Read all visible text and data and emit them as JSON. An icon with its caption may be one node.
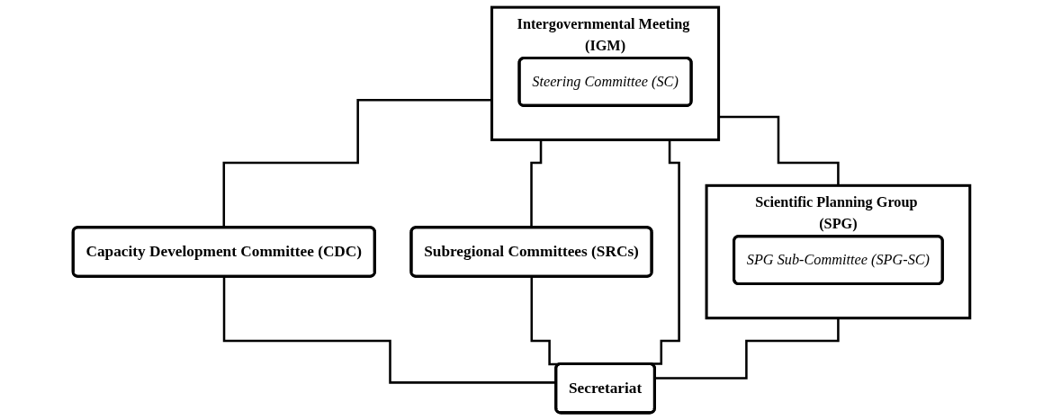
{
  "diagram": {
    "nodes": [
      {
        "text": [
          "Intergovernmental Meeting (IGM)"
        ]
      },
      {
        "text": [
          "Steering Committee (SC)"
        ],
        "in": 0
      },
      {
        "text": [
          "Scientific Planning Group (SPG)"
        ]
      },
      {
        "text": [
          "SPG Sub-Committee (SPG-SC)"
        ],
        "in": 2
      },
      {
        "text": [
          "Capacity Development Committee (CDC)"
        ]
      },
      {
        "text": [
          "Subregional Committees (SRCs)"
        ]
      },
      {
        "text": [
          "Secretariat"
        ]
      }
    ],
    "edges": [
      {
        "from": 0,
        "to": 2,
        "arrow": "none"
      },
      {
        "from": 0,
        "to": 4,
        "arrow": "none"
      },
      {
        "from": 0,
        "to": 6,
        "arrow": "none"
      },
      {
        "from": 0,
        "to": 5,
        "arrow": "none"
      },
      {
        "from": 2,
        "to": 6,
        "arrow": "none"
      },
      {
        "from": 4,
        "to": 6,
        "arrow": "none"
      },
      {
        "from": 5,
        "to": 6,
        "arrow": "none"
      }
    ]
  }
}
